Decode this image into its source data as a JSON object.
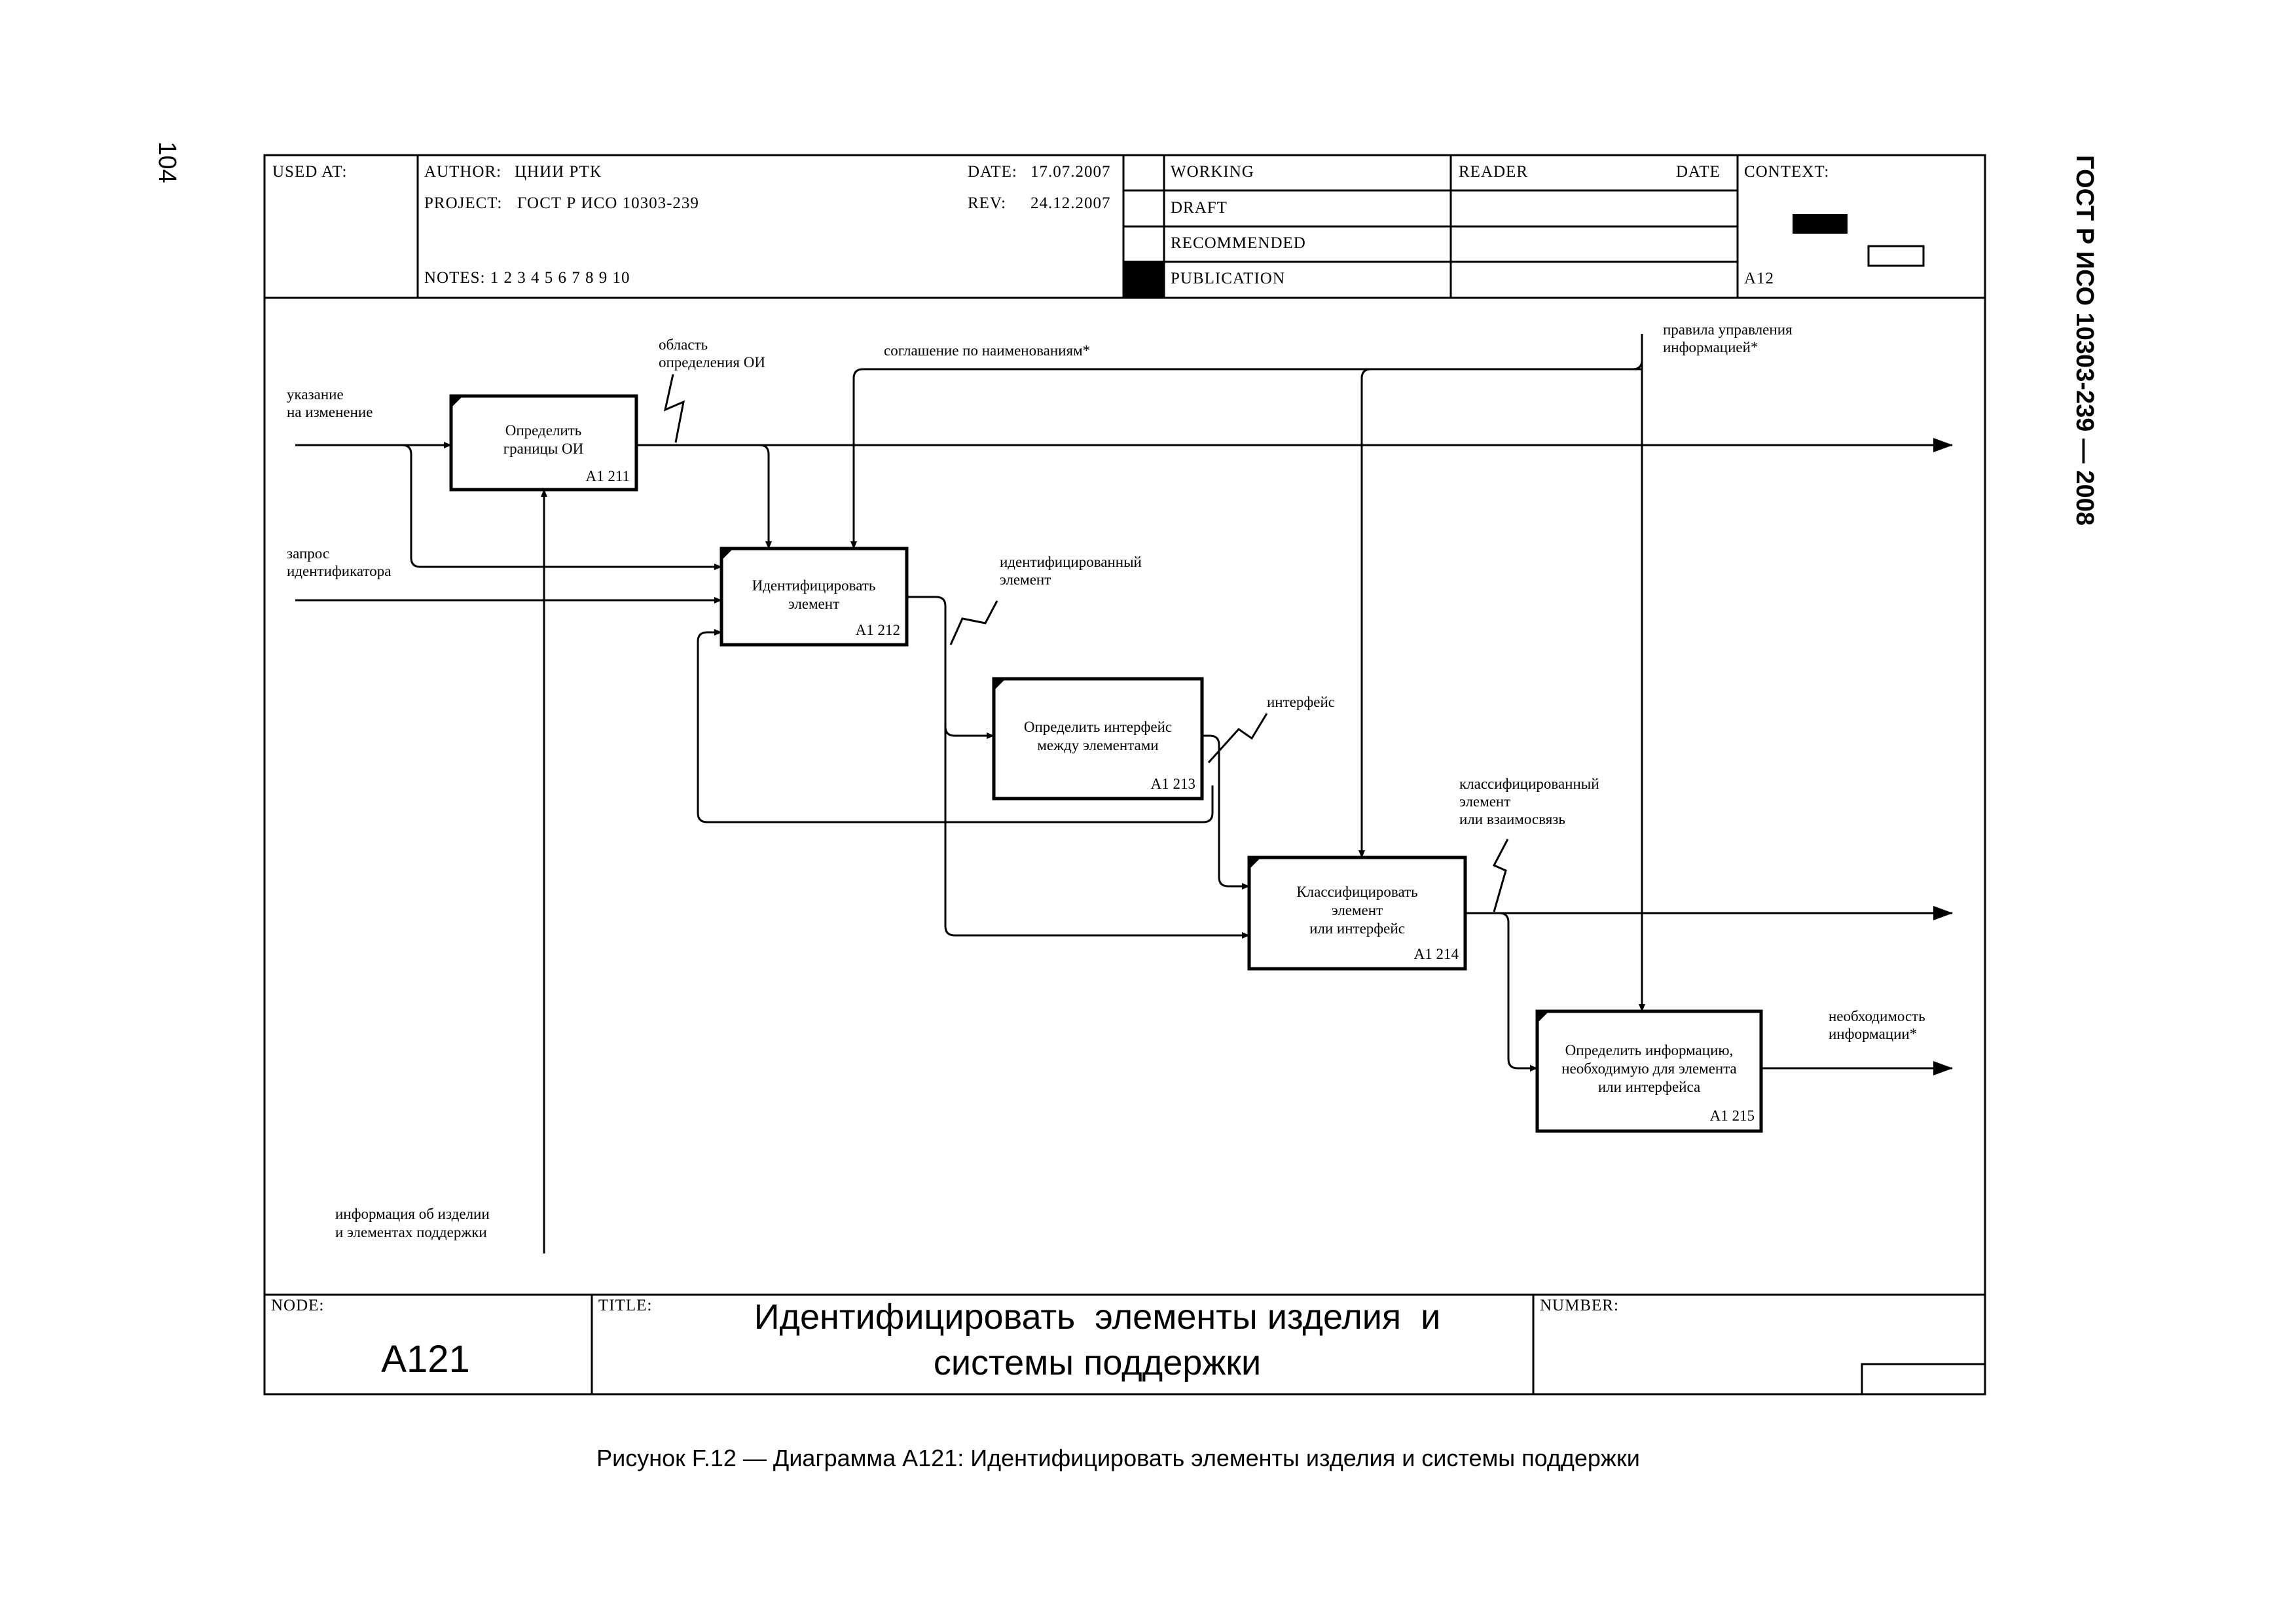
{
  "page_number": "104",
  "standard": "ГОСТ Р ИСО 10303-239 — 2008",
  "caption": "Рисунок F.12 — Диаграмма A121: Идентифицировать элементы изделия и системы поддержки",
  "header": {
    "used_at_label": "USED AT:",
    "author_label": "AUTHOR:",
    "author": "ЦНИИ РТК",
    "project_label": "PROJECT:",
    "project": "ГОСТ Р ИСО 10303-239",
    "date_label": "DATE:",
    "date": "17.07.2007",
    "rev_label": "REV:",
    "rev": "24.12.2007",
    "notes": "NOTES: 1 2 3 4 5 6 7 8 9 10",
    "status": [
      "WORKING",
      "DRAFT",
      "RECOMMENDED",
      "PUBLICATION"
    ],
    "reader_label": "READER",
    "reader_date_label": "DATE",
    "context_label": "CONTEXT:",
    "context_node": "A12"
  },
  "footer": {
    "node_label": "NODE:",
    "node": "A121",
    "title_label": "TITLE:",
    "title_line1": "Идентифицировать  элементы изделия  и",
    "title_line2": "системы поддержки",
    "number_label": "NUMBER:"
  },
  "boxes": [
    {
      "line1": "Определить",
      "line2": "границы ОИ",
      "line3": "",
      "number": "A1 211"
    },
    {
      "line1": "Идентифицировать",
      "line2": "элемент",
      "line3": "",
      "number": "A1 212"
    },
    {
      "line1": "Определить интерфейс",
      "line2": "между элементами",
      "line3": "",
      "number": "A1 213"
    },
    {
      "line1": "Классифицировать",
      "line2": "элемент",
      "line3": "или интерфейс",
      "number": "A1 214"
    },
    {
      "line1": "Определить информацию,",
      "line2": "необходимую для элемента",
      "line3": "или интерфейса",
      "number": "A1 215"
    }
  ],
  "arrow_labels": {
    "change_request": [
      "указание",
      "на изменение"
    ],
    "id_request": [
      "запрос",
      "идентификатора"
    ],
    "product_info": [
      "информация об изделии",
      "и элементах поддержки"
    ],
    "scope": [
      "область",
      "определения ОИ"
    ],
    "naming_agreement": [
      "соглашение по наименованиям*"
    ],
    "info_rules": [
      "правила управления",
      "информацией*"
    ],
    "identified_element": [
      "идентифицированный",
      "элемент"
    ],
    "interface": [
      "интерфейс"
    ],
    "classified": [
      "классифицированный",
      "элемент",
      "или взаимосвязь"
    ],
    "info_need": [
      "необходимость",
      "информации*"
    ]
  }
}
